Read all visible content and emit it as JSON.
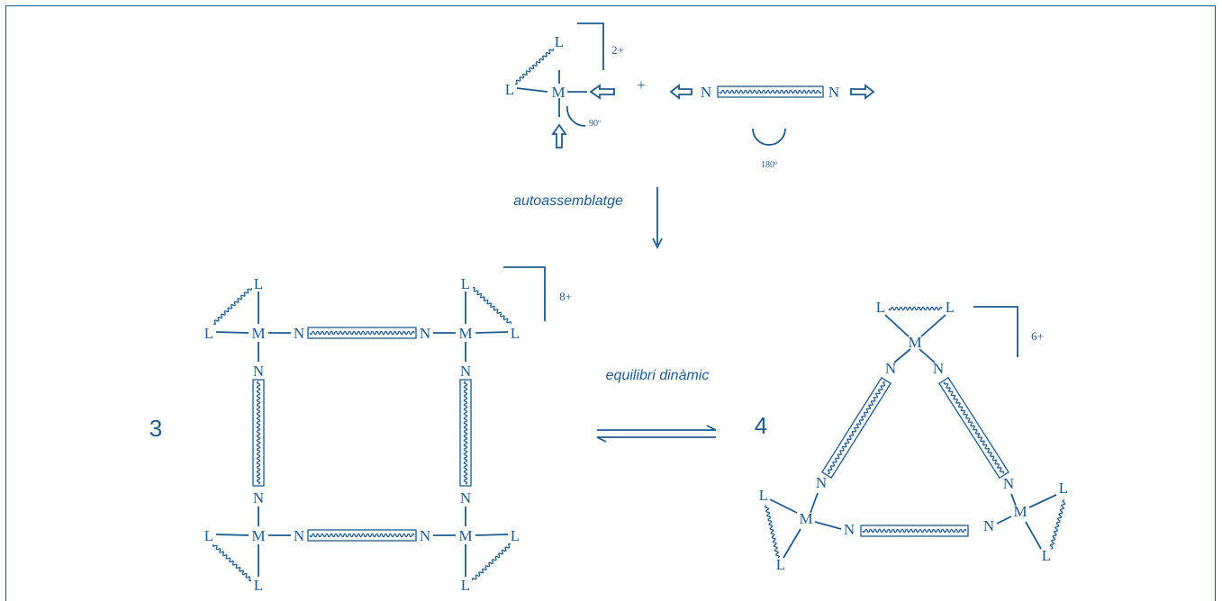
{
  "colors": {
    "ink": "#1f5a8c",
    "background": "#ffffff"
  },
  "reactants": {
    "metal": "M",
    "ligand": "L",
    "charge": "2+",
    "angle": "90º",
    "plus": "+",
    "linker_end": "N",
    "linker_angle": "180º"
  },
  "step1_label": "autoassemblatge",
  "square": {
    "label": "3",
    "charge": "8+",
    "metal": "M",
    "ligand": "L",
    "nitrogen": "N"
  },
  "equilibrium_label": "equilibri dinàmic",
  "triangle": {
    "label": "4",
    "charge": "6+",
    "metal": "M",
    "ligand": "L",
    "nitrogen": "N"
  }
}
